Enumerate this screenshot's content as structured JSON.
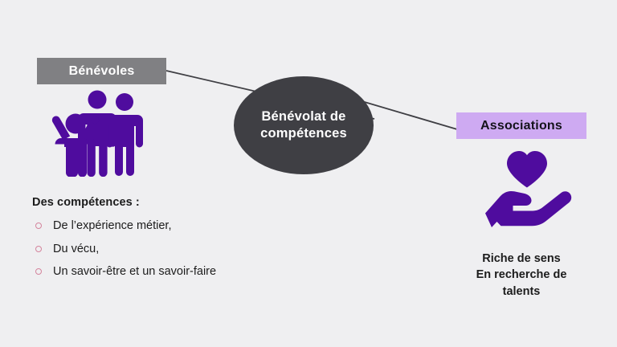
{
  "slide": {
    "background_color": "#efeff1",
    "accent_purple": "#4f0c9e",
    "badge_gray": "#808083",
    "badge_lavender": "#ceaaf2",
    "circle_dark": "#3f3f44",
    "bullet_pink": "#d4849d",
    "text_dark": "#1c1c1c"
  },
  "center": {
    "label": "Bénévolat de\ncompétences"
  },
  "left": {
    "badge_label": "Bénévoles",
    "icon_name": "volunteers-group-icon",
    "skills_heading": "Des compétences :",
    "skills": [
      "De l’expérience métier,",
      "Du vécu,",
      "Un savoir-être et un savoir-faire"
    ]
  },
  "right": {
    "badge_label": "Associations",
    "icon_name": "hand-holding-heart-icon",
    "caption": "Riche de sens\nEn recherche de\ntalents"
  },
  "connectors": [
    {
      "name": "benevoles-to-center",
      "from": "Bénévoles",
      "to": "Bénévolat de compétences"
    },
    {
      "name": "center-to-associations",
      "from": "Bénévolat de compétences",
      "to": "Associations"
    }
  ]
}
